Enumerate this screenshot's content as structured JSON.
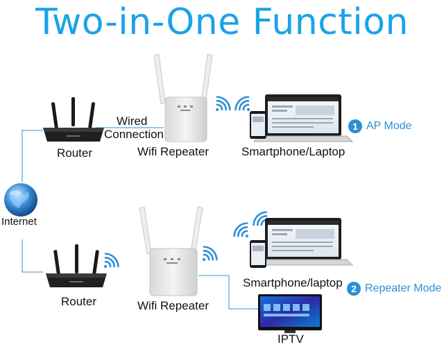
{
  "title": "Two-in-One Function",
  "colors": {
    "accent": "#1aa3e8",
    "mode": "#2a8fd6",
    "line": "#5aa9d8"
  },
  "internet": {
    "label": "Internet",
    "icon": "globe-icon"
  },
  "ap_mode": {
    "router_label": "Router",
    "link_label_line1": "Wired",
    "link_label_line2": "Connection",
    "repeater_label": "Wifi Repeater",
    "client_label": "Smartphone/Laptop",
    "mode_number": "1",
    "mode_label": "AP Mode"
  },
  "repeater_mode": {
    "router_label": "Router",
    "repeater_label": "Wifi Repeater",
    "client_label": "Smartphone/laptop",
    "tv_label": "IPTV",
    "mode_number": "2",
    "mode_label": "Repeater Mode"
  }
}
